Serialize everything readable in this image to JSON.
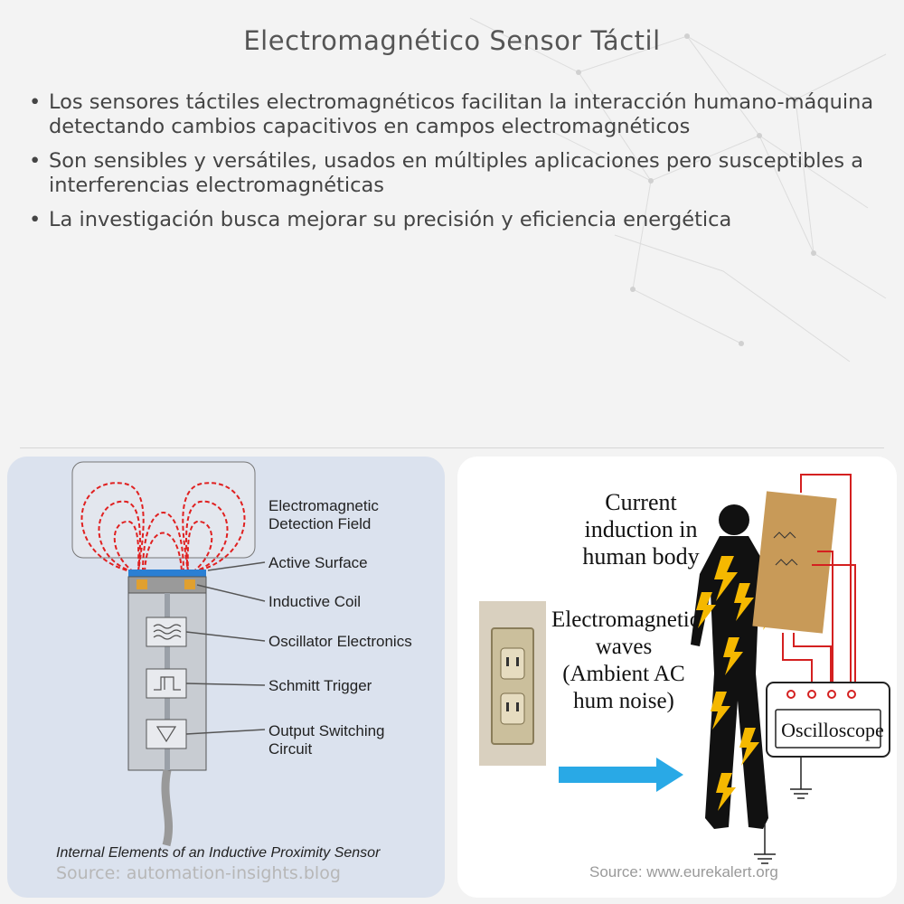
{
  "title": "Electromagnético Sensor Táctil",
  "bullets": [
    "Los sensores táctiles electromagnéticos facilitan la interacción humano-máquina detectando cambios capacitivos en campos electromagnéticos",
    "Son sensibles y versátiles, usados en múltiples aplicaciones pero susceptibles a interferencias electromagnéticas",
    "La investigación busca mejorar su precisión y eficiencia energética"
  ],
  "bullet_char": "•",
  "left_figure": {
    "labels": {
      "field": "Electromagnetic Detection Field",
      "surface": "Active Surface",
      "coil": "Inductive Coil",
      "oscillator": "Oscillator Electronics",
      "schmitt": "Schmitt Trigger",
      "output": "Output Switching Circuit"
    },
    "caption": "Internal Elements of an Inductive Proximity Sensor",
    "source": "Source: automation-insights.blog"
  },
  "right_figure": {
    "induction_text": "Current induction in human body",
    "waves_text": "Electromagnetic waves (Ambient AC hum noise)",
    "oscilloscope": "Oscilloscope",
    "source": "Source: www.eurekalert.org"
  },
  "colors": {
    "field_lines": "#e02020",
    "active_surface": "#2a7fd4",
    "coil": "#e0a030",
    "arrow": "#29a9e6",
    "lightning": "#f5b800",
    "wires": "#d42020"
  }
}
